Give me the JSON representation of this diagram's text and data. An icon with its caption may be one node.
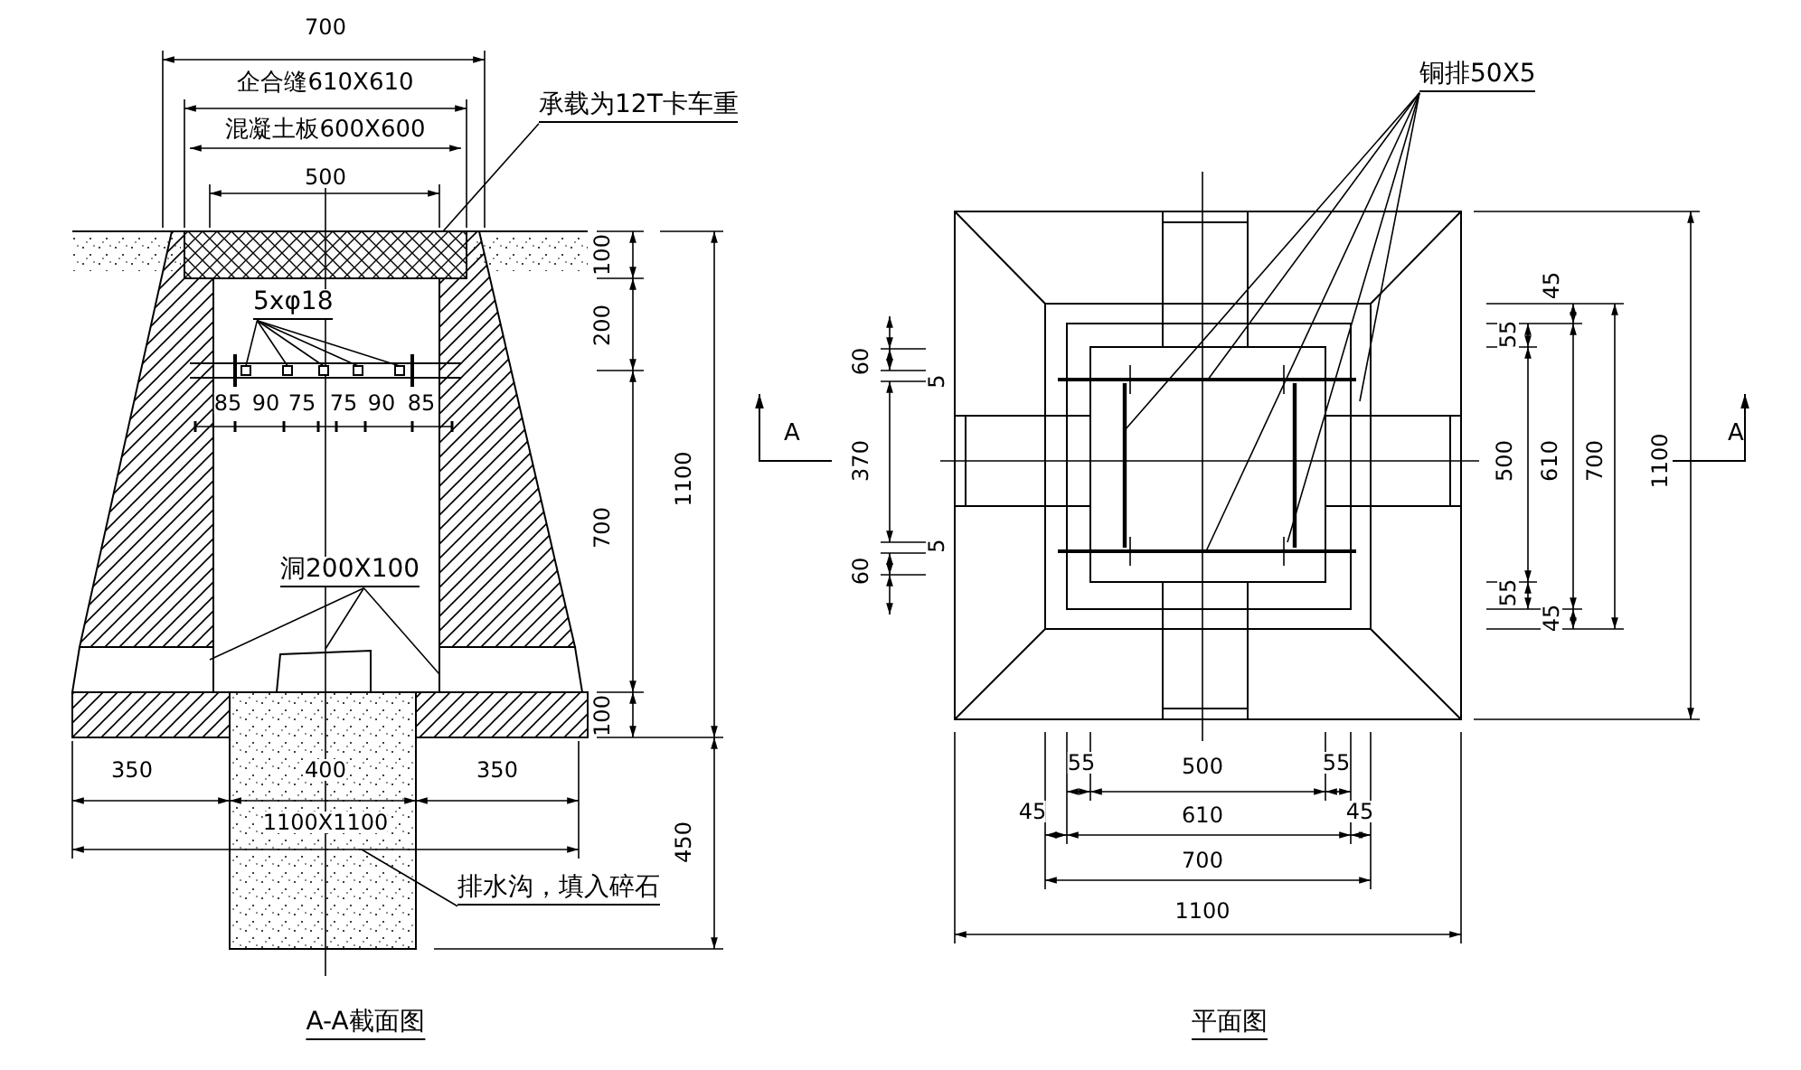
{
  "diagram": {
    "nodes": [
      {
        "text": [
          "承载为12T卡车重"
        ]
      },
      {
        "text": [
          "5xφ18"
        ]
      },
      {
        "text": [
          "洞200X100"
        ]
      },
      {
        "text": [
          "排水沟，填入碎石"
        ]
      },
      {
        "text": [
          "铜排50X5"
        ]
      },
      {
        "text": [],
        "shape": "box"
      },
      {
        "text": [],
        "shape": "box"
      },
      {
        "text": [],
        "shape": "box"
      },
      {
        "text": [],
        "shape": "box"
      },
      {
        "text": [],
        "shape": "box"
      }
    ],
    "edges": [
      {
        "from": 0,
        "to": null,
        "arrow": "none"
      },
      {
        "from": 1,
        "to": 5,
        "arrow": "none"
      },
      {
        "from": 1,
        "to": 6,
        "arrow": "none"
      },
      {
        "from": 1,
        "to": 7,
        "arrow": "none"
      },
      {
        "from": 1,
        "to": 8,
        "arrow": "none"
      },
      {
        "from": 1,
        "to": 9,
        "arrow": "none"
      },
      {
        "from": 2,
        "to": null,
        "arrow": "none"
      },
      {
        "from": 2,
        "to": null,
        "arrow": "none"
      },
      {
        "from": 2,
        "to": null,
        "arrow": "none"
      },
      {
        "from": 3,
        "to": null,
        "arrow": "none"
      },
      {
        "from": 4,
        "to": null,
        "arrow": "none"
      },
      {
        "from": 4,
        "to": null,
        "arrow": "none"
      },
      {
        "from": 4,
        "to": null,
        "arrow": "none"
      },
      {
        "from": 4,
        "to": null,
        "arrow": "none"
      },
      {
        "from": 4,
        "to": null,
        "arrow": "none"
      }
    ],
    "labels": [
      "700",
      "企合缝610X610",
      "混凝土板600X600",
      "500",
      "100",
      "200",
      "85",
      "90",
      "75",
      "75",
      "90",
      "85",
      "1100",
      "700",
      "100",
      "350",
      "400",
      "350",
      "1100X1100",
      "450",
      "A-A截面图",
      "A",
      "60",
      "5",
      "370",
      "5",
      "60",
      "45",
      "55",
      "500",
      "610",
      "700",
      "1100",
      "A",
      "55",
      "45",
      "55",
      "500",
      "55",
      "45",
      "610",
      "45",
      "700",
      "1100",
      "平面图"
    ]
  }
}
